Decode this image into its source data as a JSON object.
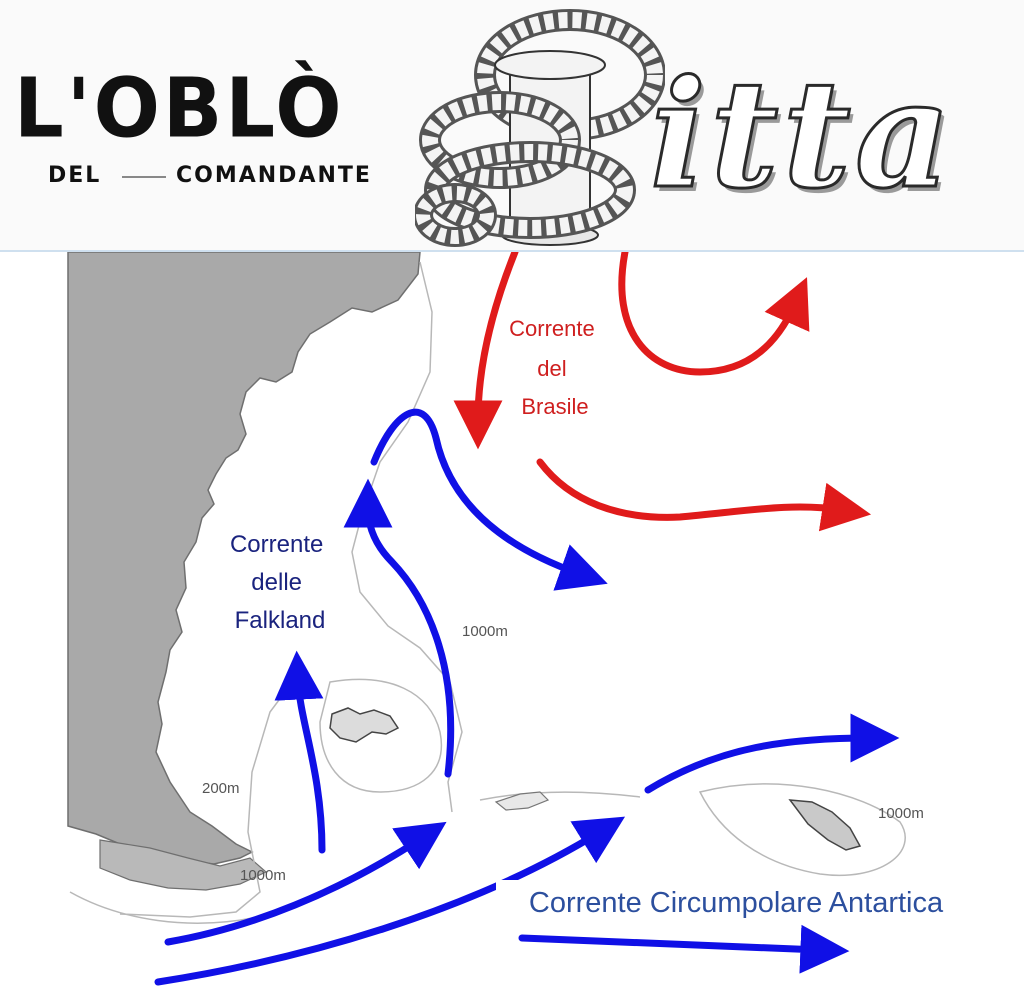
{
  "header": {
    "brand_main": "L'OBLÒ",
    "brand_sub_left": "DEL",
    "brand_sub_right": "COMANDANTE",
    "logo_word": "itta"
  },
  "map": {
    "labels": {
      "brazil_current": [
        "Corrente",
        "del",
        "Brasile"
      ],
      "falkland_current": [
        "Corrente",
        "delle",
        "Falkland"
      ],
      "circumpolar_current": "Corrente Circumpolare Antartica"
    },
    "depth_labels": {
      "shelf_200": "200m",
      "mid_1000": "1000m",
      "south_1000": "1000m",
      "east_1000": "1000m"
    },
    "colors": {
      "warm_current": "#e01b1b",
      "cold_current": "#1010e6",
      "land": "#a9a9a9",
      "island": "#c9c9c9"
    }
  }
}
